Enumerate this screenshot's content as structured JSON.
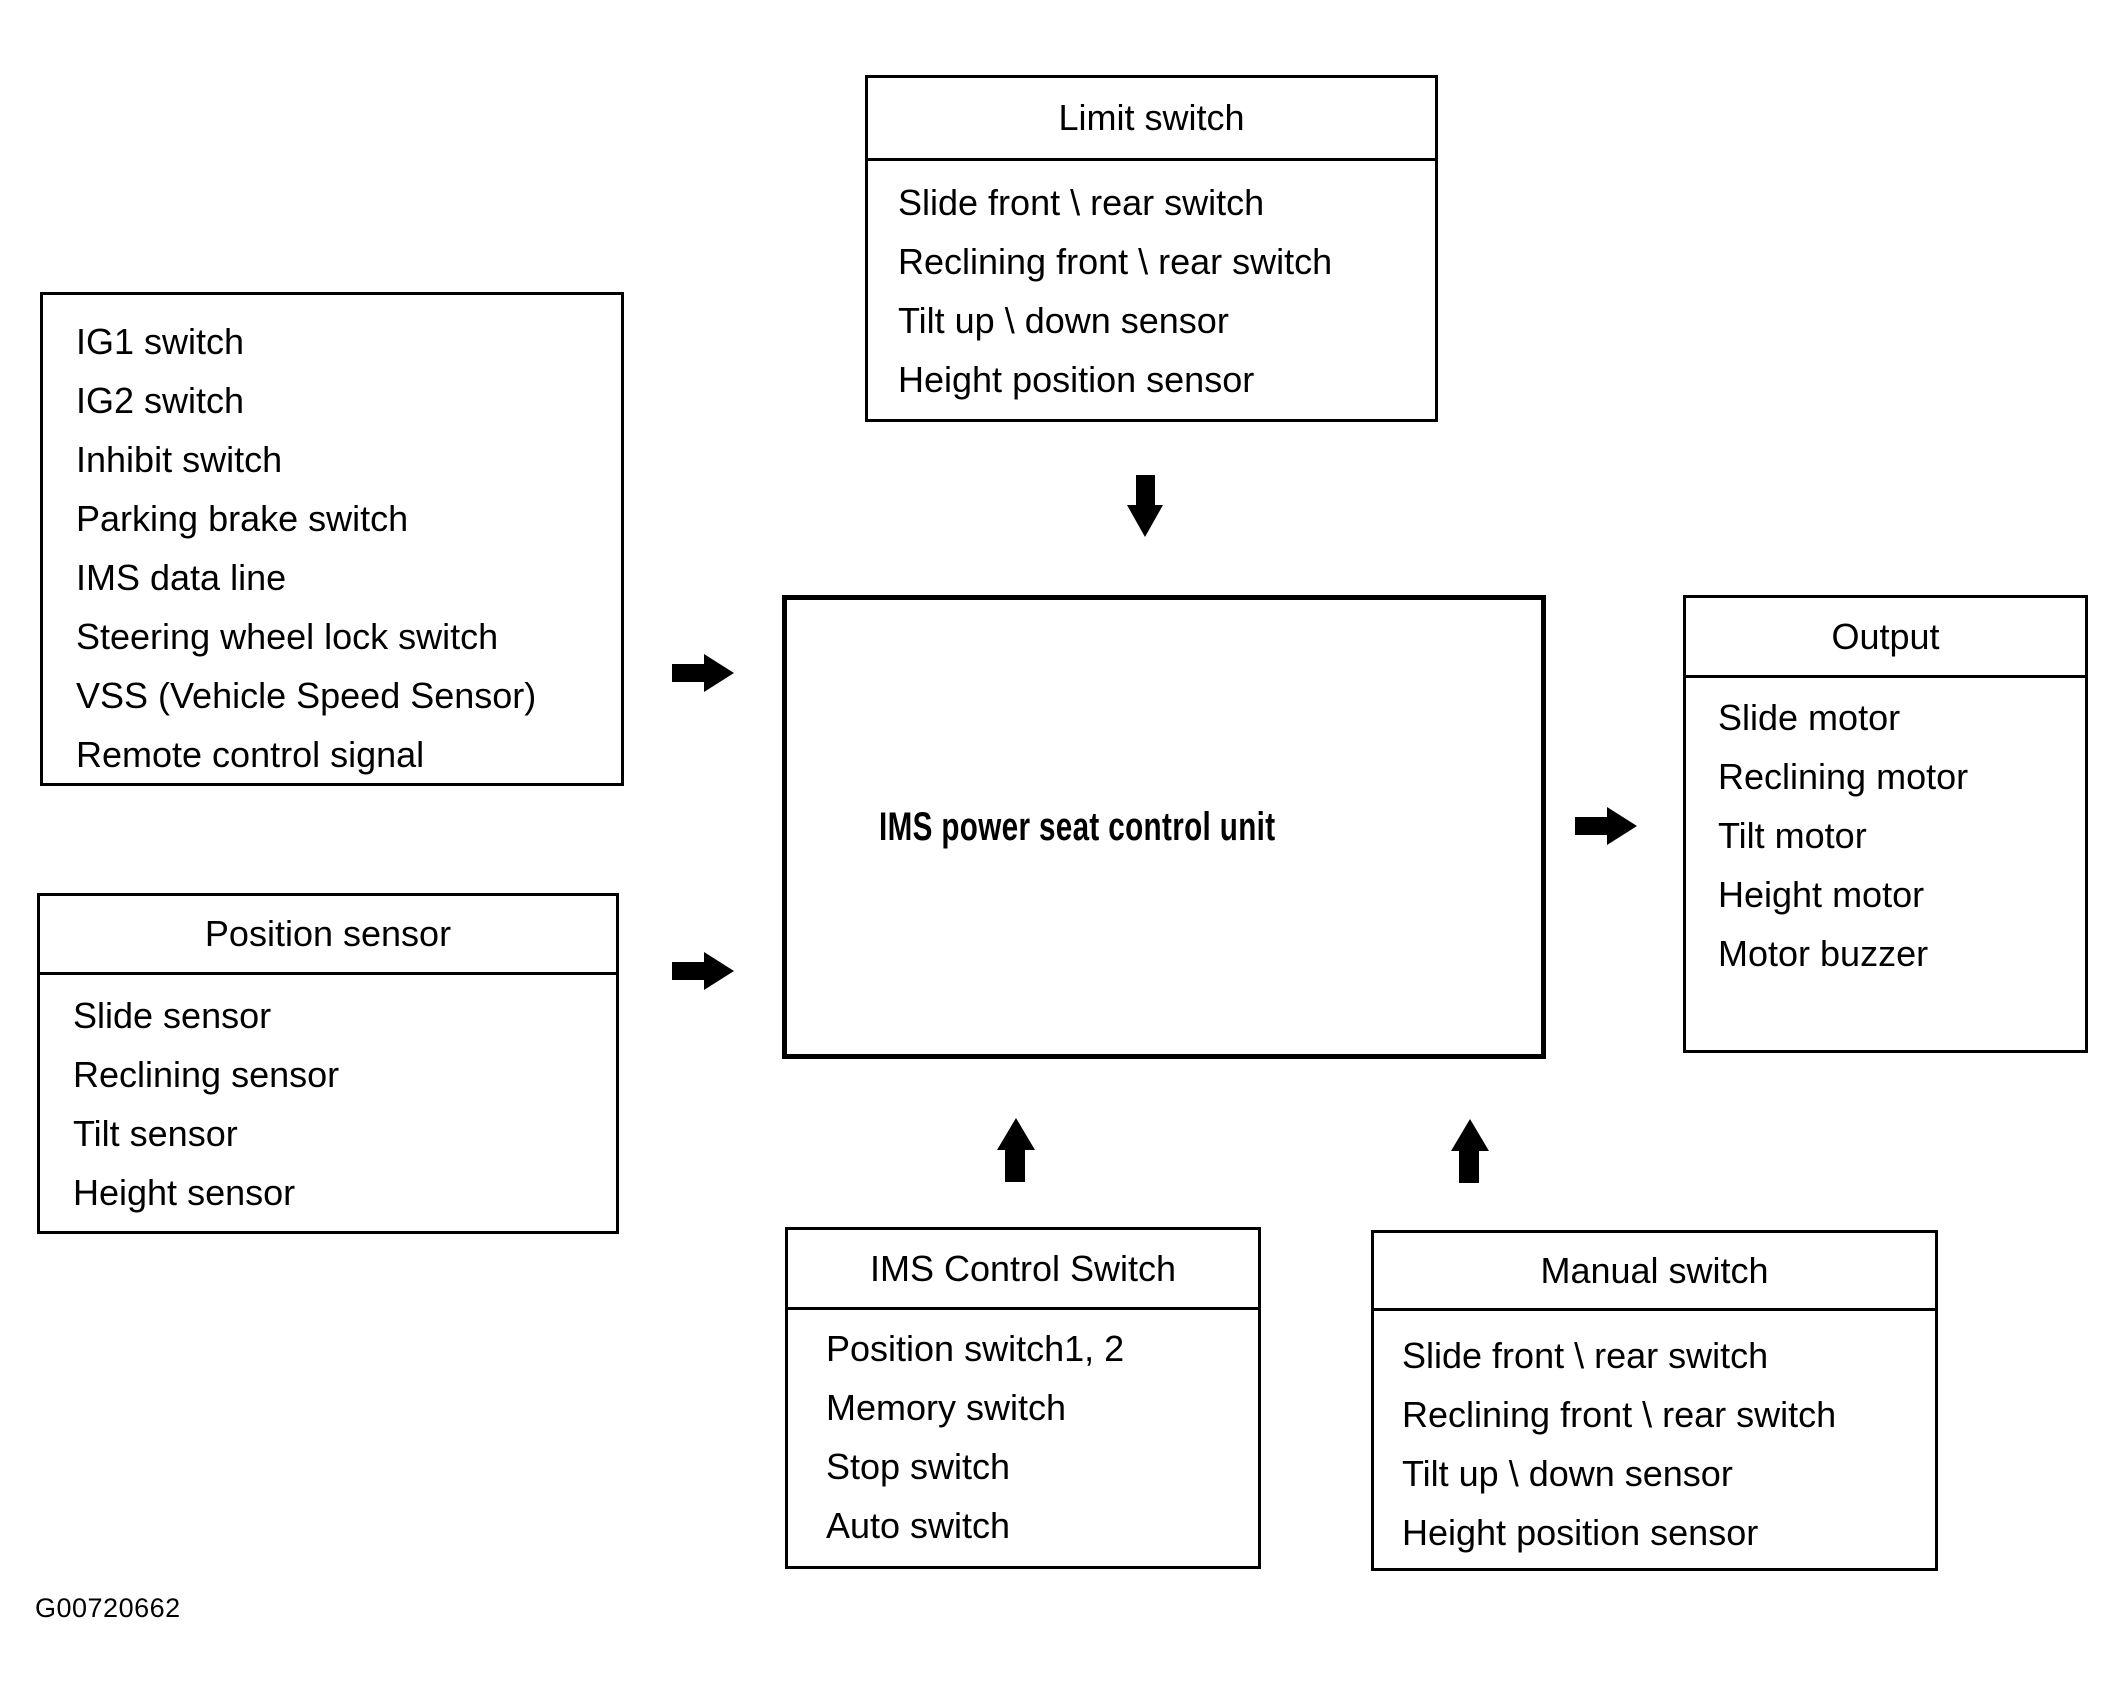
{
  "figure_id": "G00720662",
  "colors": {
    "ink": "#000000",
    "paper": "#ffffff"
  },
  "boxes": {
    "inputs": {
      "items": [
        "IG1 switch",
        "IG2 switch",
        "Inhibit switch",
        "Parking brake switch",
        "IMS data line",
        "Steering wheel lock switch",
        "VSS (Vehicle Speed Sensor)",
        "Remote control signal"
      ]
    },
    "limit_switch": {
      "title": "Limit switch",
      "items": [
        "Slide front \\ rear switch",
        "Reclining front \\ rear switch",
        "Tilt up \\ down sensor",
        "Height position sensor"
      ]
    },
    "position_sensor": {
      "title": "Position sensor",
      "items": [
        "Slide sensor",
        "Reclining sensor",
        "Tilt sensor",
        "Height sensor"
      ]
    },
    "control_unit": {
      "title": "IMS power seat control unit"
    },
    "output": {
      "title": "Output",
      "items": [
        "Slide motor",
        "Reclining motor",
        "Tilt motor",
        "Height motor",
        "Motor buzzer"
      ]
    },
    "ims_control_switch": {
      "title": "IMS Control Switch",
      "items": [
        "Position switch1, 2",
        "Memory switch",
        "Stop switch",
        "Auto switch"
      ]
    },
    "manual_switch": {
      "title": "Manual switch",
      "items": [
        "Slide front \\ rear switch",
        "Reclining front \\ rear switch",
        "Tilt up \\ down sensor",
        "Height position sensor"
      ]
    }
  },
  "connections": [
    {
      "from": "inputs",
      "to": "control_unit",
      "direction": "right"
    },
    {
      "from": "position_sensor",
      "to": "control_unit",
      "direction": "right"
    },
    {
      "from": "limit_switch",
      "to": "control_unit",
      "direction": "down"
    },
    {
      "from": "control_unit",
      "to": "output",
      "direction": "right"
    },
    {
      "from": "ims_control_switch",
      "to": "control_unit",
      "direction": "up"
    },
    {
      "from": "manual_switch",
      "to": "control_unit",
      "direction": "up"
    }
  ]
}
